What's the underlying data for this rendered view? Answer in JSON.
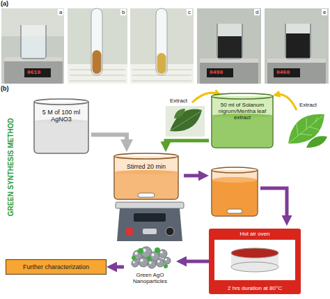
{
  "diagram": {
    "nodes": [
      {
        "text": [
          "5 M of 100 ml AgNO3"
        ]
      },
      {
        "text": [
          "50 ml of Solanum nigrum/Mentha leaf extract"
        ]
      },
      {
        "text": [
          "Stirred 20 min"
        ]
      },
      {
        "text": [
          "Hot air oven",
          "2 hrs duration at 80°C"
        ]
      },
      {
        "text": [
          "Green AgO Nanoparticles"
        ]
      },
      {
        "text": [
          "Further characterization"
        ]
      }
    ],
    "edges": [
      {
        "from": 0,
        "to": 2,
        "arrow": "to"
      },
      {
        "from": 1,
        "to": 2,
        "arrow": "to"
      },
      {
        "from": 3,
        "to": 4,
        "arrow": "to"
      },
      {
        "from": 4,
        "to": 5,
        "arrow": "to"
      }
    ],
    "labels": [
      "(a)",
      "a",
      "b",
      "c",
      "d",
      "e",
      "0610",
      "0490",
      "0460",
      "(b)",
      "GREEN SYNTHESIS METHOD",
      "Extract",
      "Extract"
    ]
  }
}
